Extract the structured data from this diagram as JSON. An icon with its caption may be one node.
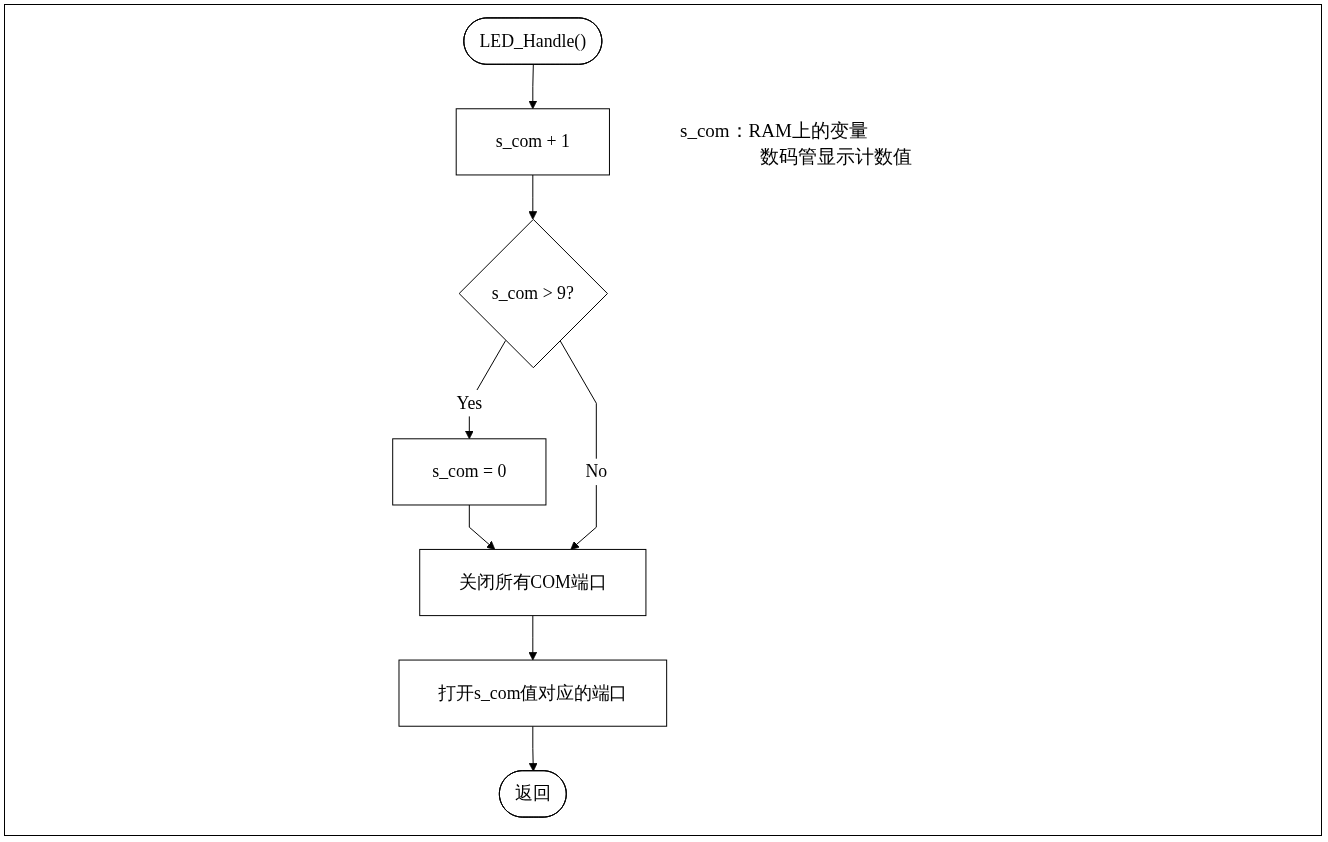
{
  "diagram": {
    "nodes": [
      {
        "text": [
          "LED_Handle()"
        ]
      },
      {
        "text": [
          "s_com + 1"
        ]
      },
      {
        "text": [
          "s_com > 9?"
        ]
      },
      {
        "text": [
          "s_com = 0"
        ]
      },
      {
        "text": [
          "关闭所有COM端口"
        ]
      },
      {
        "text": [
          "打开s_com值对应的端口"
        ]
      },
      {
        "text": [
          "返回"
        ]
      }
    ],
    "edges": [
      {
        "from": 0,
        "to": 1,
        "arrow": "to"
      },
      {
        "from": 1,
        "to": 2,
        "arrow": "to"
      },
      {
        "from": 2,
        "to": 3,
        "label": "Yes",
        "arrow": "to"
      },
      {
        "from": 3,
        "to": 4,
        "arrow": "to"
      },
      {
        "from": 2,
        "to": 4,
        "label": "No",
        "arrow": "to"
      },
      {
        "from": 4,
        "to": 5,
        "arrow": "to"
      },
      {
        "from": 5,
        "to": 6,
        "arrow": "to"
      }
    ],
    "labels": [
      "s_com：RAM上的变量",
      "数码管显示计数值"
    ]
  }
}
